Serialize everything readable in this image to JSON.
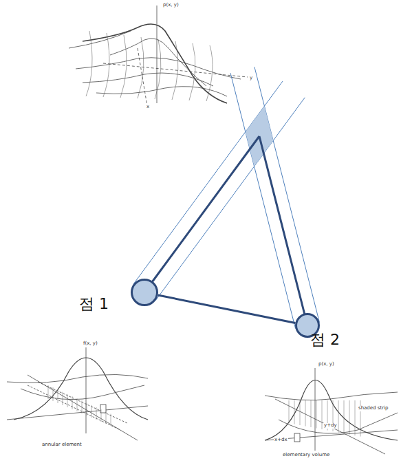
{
  "diagram": {
    "nodes": [
      {
        "text": [
          "점 1"
        ]
      },
      {
        "text": [
          "점 2"
        ]
      }
    ],
    "edges": [
      {
        "from": 0,
        "to": 1,
        "arrow": "none"
      }
    ],
    "labels": [
      "p(x, y)",
      "y",
      "x",
      "f(x, y)",
      "annular element",
      "p(x, y)",
      "shaded strip",
      "elementary volume",
      "x+dx",
      "y+dy"
    ]
  }
}
